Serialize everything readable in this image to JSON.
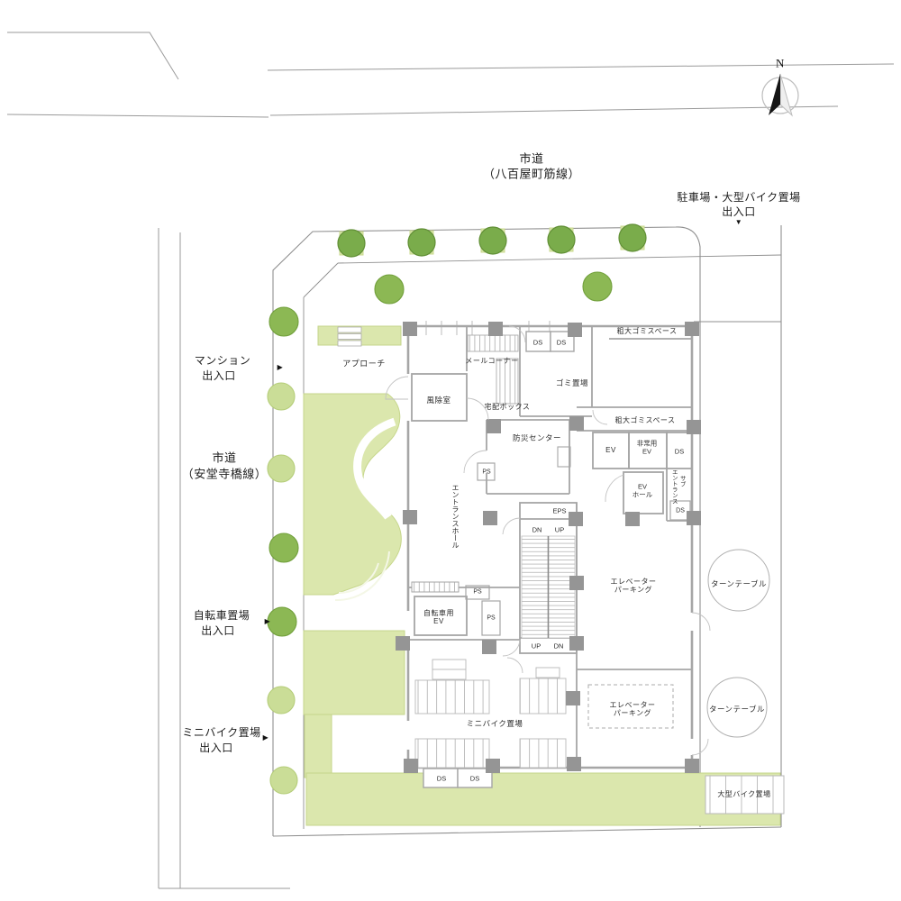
{
  "compass": {
    "north": "N"
  },
  "roads": {
    "top_name": "市道",
    "top_route": "（八百屋町筋線）",
    "left_name": "市道",
    "left_route": "（安堂寺橋線）"
  },
  "entrances": {
    "parking": {
      "label": "駐車場・大型バイク置場",
      "sub": "出入口",
      "arrow": "▼"
    },
    "mansion": {
      "label": "マンション",
      "sub": "出入口",
      "arrow": "▶"
    },
    "bicycle": {
      "label": "自転車置場",
      "sub": "出入口",
      "arrow": "▶"
    },
    "minibike": {
      "label": "ミニバイク置場",
      "sub": "出入口",
      "arrow": "▶"
    }
  },
  "rooms": {
    "approach": "アプローチ",
    "mail_corner": "メールコーナー",
    "delivery_box": "宅配ボックス",
    "garbage": "ゴミ置場",
    "bulky_garbage": "粗大ゴミスペース",
    "windbreak": "風除室",
    "disaster_center": "防災センター",
    "ev": "EV",
    "emergency_ev_line1": "非常用",
    "emergency_ev_line2": "EV",
    "entrance_hall": "エントランスホール",
    "ev_hall_line1": "EV",
    "ev_hall_line2": "ホール",
    "sub_entrance_line1": "サブ",
    "sub_entrance_line2": "エントランス",
    "eps": "EPS",
    "ds": "DS",
    "ps": "PS",
    "up": "UP",
    "dn": "DN",
    "elevator_parking_line1": "エレベーター",
    "elevator_parking_line2": "パーキング",
    "turntable": "ターンテーブル",
    "bicycle_ev_line1": "自転車用",
    "bicycle_ev_line2": "EV",
    "minibike_area": "ミニバイク置場",
    "large_bike_area": "大型バイク置場"
  },
  "colors": {
    "lawn": "#dbe7ad",
    "lawn_edge": "#c6d68b",
    "street_tree": "#7aac4b",
    "tree_dark": "#8cb854",
    "tree_light": "#cadd97",
    "wall": "#a6a6a6",
    "column": "#959595",
    "boundary": "#8f8f8f"
  }
}
